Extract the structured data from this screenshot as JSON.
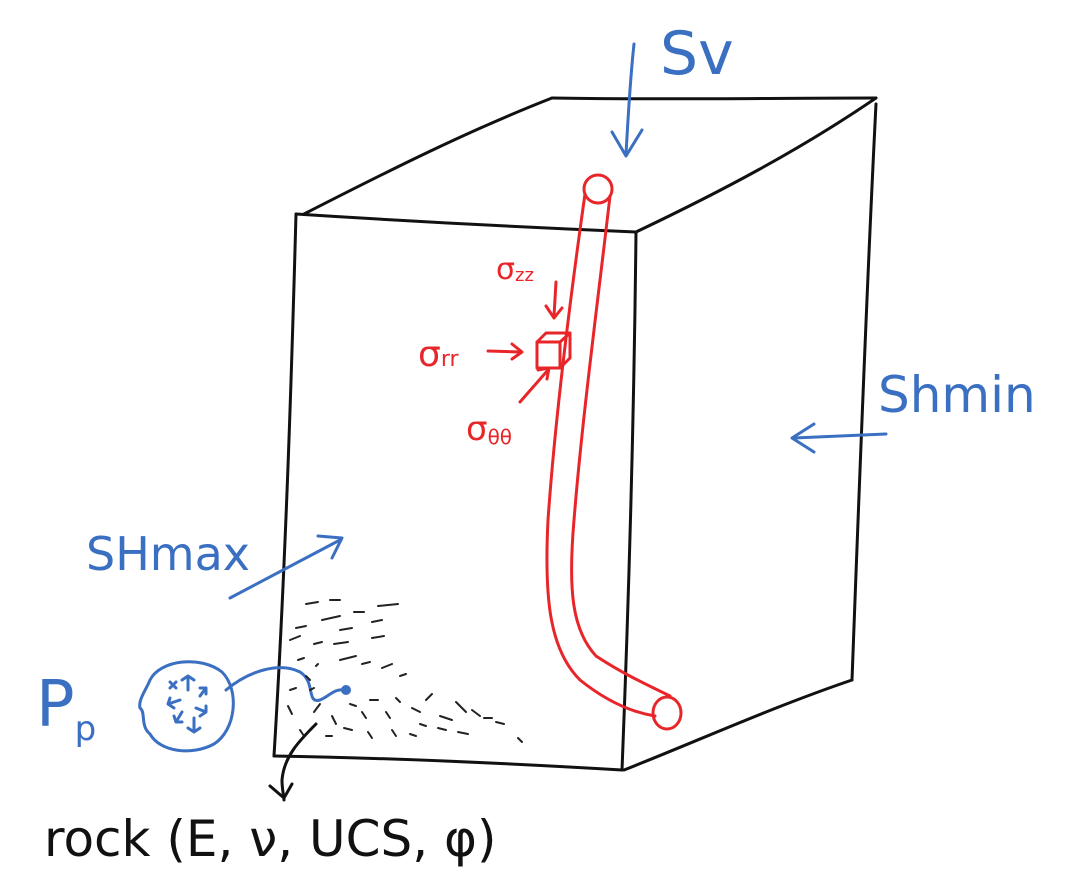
{
  "labels": {
    "sv": "Sv",
    "shmin": "Shmin",
    "shmax": "SHmax",
    "pp_main": "P",
    "pp_sub": "p",
    "szz_main": "σ",
    "szz_sub": "zz",
    "srr_main": "σ",
    "srr_sub": "rr",
    "stt_main": "σ",
    "stt_sub": "θθ",
    "rock": "rock (E, ν, UCS, φ)"
  },
  "colors": {
    "in_situ_stress": "#3a6fc1",
    "wellbore": "#e8262a",
    "rock_block": "#111111"
  },
  "icons": {
    "pore": "pore-pressure-circle-icon",
    "element": "stress-element-cube-icon"
  }
}
